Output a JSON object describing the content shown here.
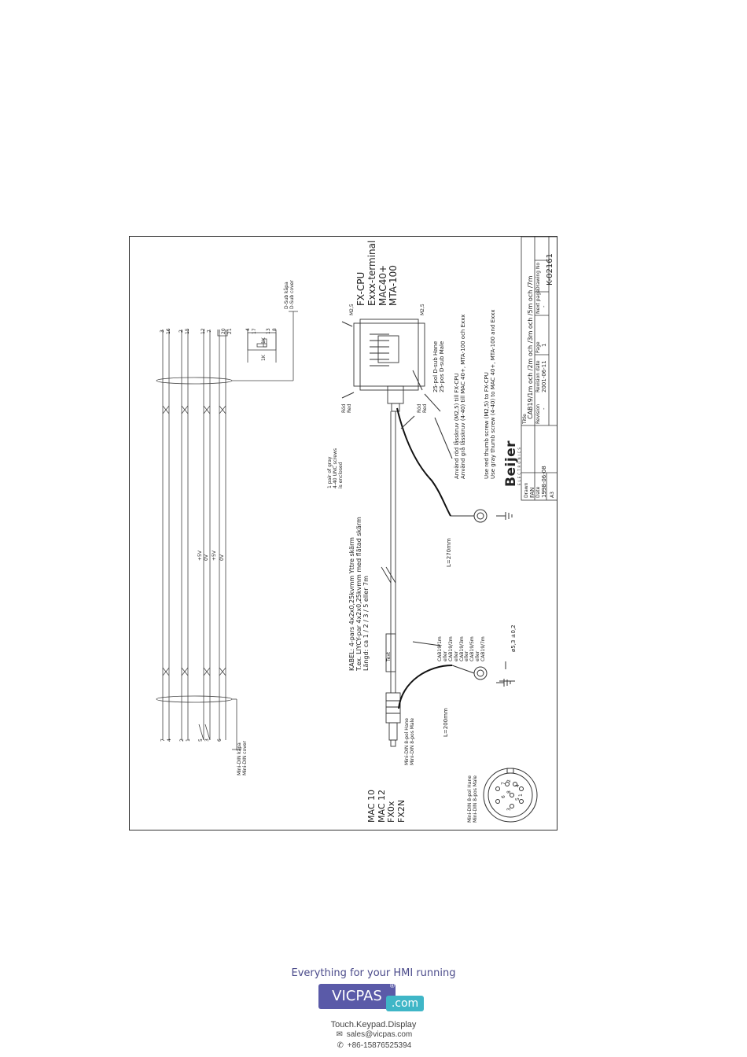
{
  "drawing": {
    "left_header": {
      "mini_din_cover": [
        "Mini-DIN kåpa",
        "Mini-DIN cover"
      ],
      "pin_numbers": [
        "7",
        "4",
        "2",
        "1",
        "5",
        "3",
        "6"
      ]
    },
    "right_header": {
      "dsub_cover": [
        "D-Sub kåpa",
        "D-Sub cover"
      ],
      "pin_numbers": [
        "3",
        "16",
        "2",
        "15",
        "12",
        "7",
        "20",
        "21",
        "4",
        "17",
        "13",
        "8"
      ],
      "resistor_labels": [
        "1K",
        "1K"
      ]
    },
    "wire_labels": [
      "+5V",
      "0V",
      "+5V",
      "0V"
    ],
    "cable": {
      "lines": [
        "KABEL: 4-pars 4x2x0,25kvmm  Yttre skärm",
        "T.ex. LIYCY-par 4x2x0,25kvmm med flätad skärm",
        "Längd: ca 1 / 2 / 3 / 5 eller 7m"
      ],
      "text_marker": "Text"
    },
    "screws": [
      "1 pair of gray",
      "4-40 UNC screws",
      "is enclosed"
    ],
    "m25": [
      "M2,5",
      "M2,5"
    ],
    "rod_red_top": [
      "Röd",
      "Red"
    ],
    "rod_red_bottom": [
      "Röd",
      "Red"
    ],
    "dsub_names": [
      "FX-CPU",
      "Exxx-terminal",
      "MAC40+",
      "MTA-100"
    ],
    "dsub_types": [
      "25-pol D-sub Hane",
      "25-pos D-sub Male"
    ],
    "instructions_sv": [
      "Använd röd låsskruv (M2,5) till FX-CPU",
      "Använd grå låsskruv (4-40) till MAC 40+, MTA-100 och Exxx"
    ],
    "instructions_en": [
      "Use red thumb screw (M2,5) to FX-CPU",
      "Use gray thumb screw (4-40) to MAC 40+, MTA-100 and Exxx"
    ],
    "length_upper": "L=270mm",
    "length_lower": "L=200mm",
    "cab_variants": [
      "CAB19/1m",
      "eller",
      "CAB19/2m",
      "eller",
      "CAB19/3m",
      "eller",
      "CAB19/5m",
      "eller",
      "CAB19/7m"
    ],
    "hole_dim": "ø5,3 ±0,2",
    "mini_din_types": [
      "Mini-DIN 8-pol Hane",
      "Mini-DIN 8-pos Male"
    ],
    "mini_din_face_types": [
      "Mini-DIN 8-pol Hane",
      "Mini-DIN 8-pos Male"
    ],
    "device_list": [
      "MAC 10",
      "MAC 12",
      "FX0x",
      "FX2N"
    ],
    "mini_din_pins": [
      "7",
      "6",
      "8",
      "5",
      "4",
      "3",
      "2",
      "1"
    ],
    "title_block": {
      "logo": "Beijer",
      "logo_sub": "ELECTRONICS",
      "drawn_label": "Drawn",
      "drawn": "FAN",
      "date_label": "Date",
      "date": "1998-06-08",
      "size": "A3",
      "title_label": "Title",
      "title": "CAB19/1m och /2m och /3m och /5m och /7m",
      "revision_label": "Revision",
      "revision": "-",
      "revdate_label": "Revision date",
      "revdate": "2001-06-11",
      "page_label": "Page",
      "page": "1",
      "next_label": "Next page",
      "next": "-",
      "drawing_no_label": "Drawing No",
      "drawing_no": "K-02161"
    }
  },
  "footer": {
    "tagline": "Everything for your HMI running",
    "brand": "VICPAS",
    "brand_reg": "®",
    "brand_tld": ".com",
    "services": "Touch.Keypad.Display",
    "email": "sales@vicpas.com",
    "phone": "+86-15876525394"
  }
}
